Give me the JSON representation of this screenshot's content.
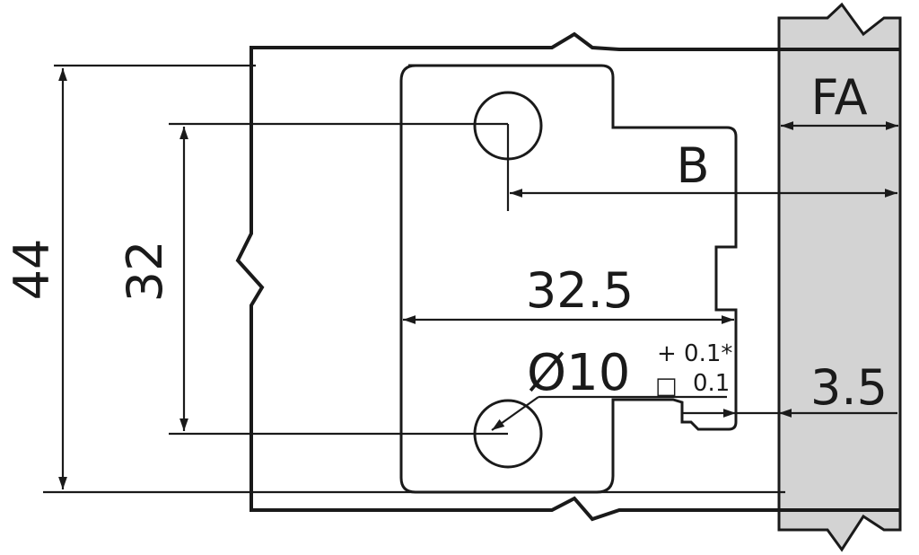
{
  "dimensions": {
    "height_total": "44",
    "hole_spacing": "32",
    "plate_width": "32.5",
    "distance_b": "B",
    "front_allowance": "FA",
    "edge_offset": "3.5",
    "hole_diameter": "Ø10",
    "tolerance_upper": "+ 0.1*",
    "tolerance_lower_symbol": "□",
    "tolerance_lower": "0.1"
  },
  "colors": {
    "line": "#1a1a1a",
    "panel_fill": "#d3d3d3",
    "background": "#ffffff"
  }
}
